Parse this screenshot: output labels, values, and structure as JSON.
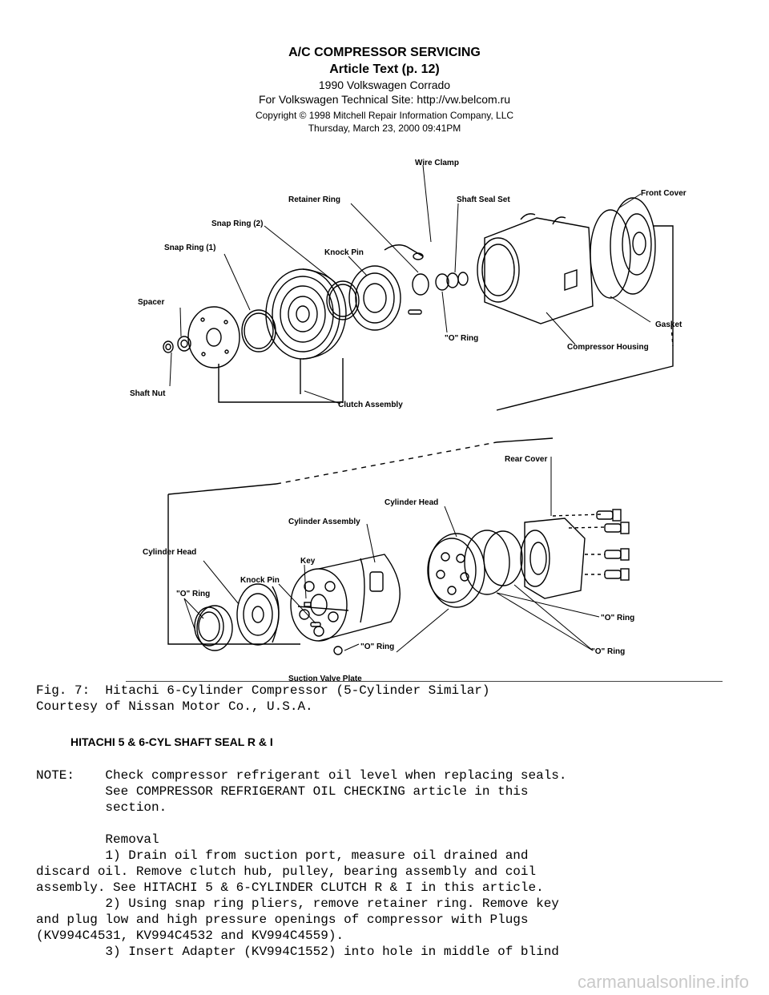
{
  "header": {
    "title": "A/C COMPRESSOR SERVICING",
    "subtitle": "Article Text (p. 12)",
    "model": "1990 Volkswagen Corrado",
    "site": "For Volkswagen Technical Site:  http://vw.belcom.ru",
    "copyright": "Copyright © 1998 Mitchell Repair Information Company, LLC",
    "date": "Thursday, March 23, 2000  09:41PM"
  },
  "figure": {
    "labels": {
      "wire_clamp": "Wire Clamp",
      "retainer_ring": "Retainer Ring",
      "shaft_seal_set": "Shaft Seal Set",
      "front_cover": "Front Cover",
      "snap_ring_2": "Snap Ring (2)",
      "snap_ring_1": "Snap Ring (1)",
      "knock_pin_top": "Knock Pin",
      "spacer": "Spacer",
      "o_ring_top": "\"O\" Ring",
      "gasket": "Gasket",
      "compressor_housing": "Compressor Housing",
      "shaft_nut": "Shaft Nut",
      "clutch_assembly": "Clutch Assembly",
      "rear_cover": "Rear Cover",
      "cylinder_head_top": "Cylinder Head",
      "cylinder_assembly": "Cylinder Assembly",
      "cylinder_head_left": "Cylinder Head",
      "key": "Key",
      "knock_pin_bottom": "Knock Pin",
      "o_ring_left": "\"O\" Ring",
      "o_ring_right_1": "\"O\" Ring",
      "o_ring_right_2": "\"O\" Ring",
      "o_ring_center": "\"O\" Ring",
      "suction_valve_plate": "Suction Valve Plate"
    }
  },
  "caption": {
    "line1": "Fig. 7:  Hitachi 6-Cylinder Compressor (5-Cylinder Similar)",
    "line2": "Courtesy of Nissan Motor Co., U.S.A."
  },
  "section_title": "HITACHI 5 & 6-CYL SHAFT SEAL R & I",
  "body_lines": [
    "NOTE:    Check compressor refrigerant oil level when replacing seals.",
    "         See COMPRESSOR REFRIGERANT OIL CHECKING article in this",
    "         section.",
    "",
    "         Removal",
    "         1) Drain oil from suction port, measure oil drained and",
    "discard oil. Remove clutch hub, pulley, bearing assembly and coil",
    "assembly. See HITACHI 5 & 6-CYLINDER CLUTCH R & I in this article.",
    "         2) Using snap ring pliers, remove retainer ring. Remove key",
    "and plug low and high pressure openings of compressor with Plugs",
    "(KV994C4531, KV994C4532 and KV994C4559).",
    "         3) Insert Adapter (KV994C1552) into hole in middle of blind"
  ],
  "watermark": "carmanualsonline.info"
}
